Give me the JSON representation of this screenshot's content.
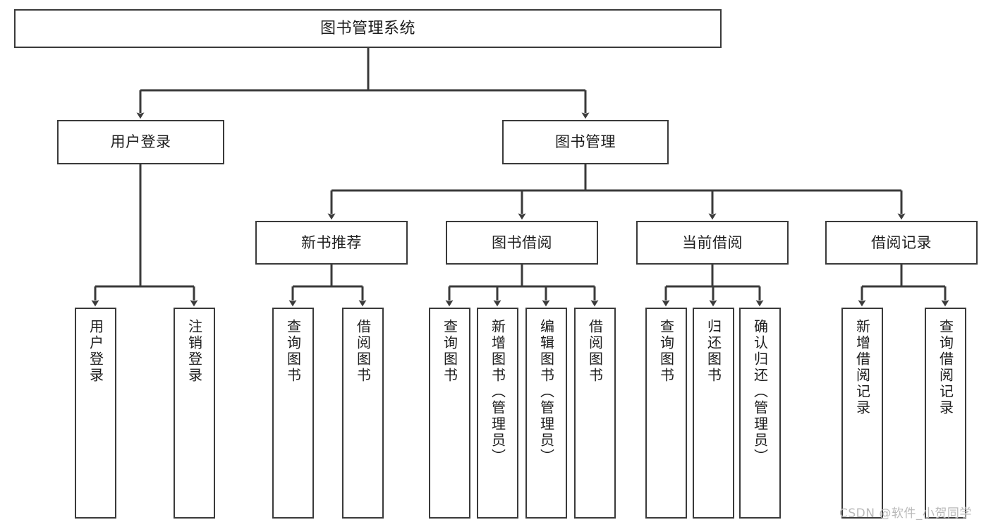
{
  "diagram": {
    "type": "tree",
    "title": "图书管理系统",
    "orientation": "top-down",
    "root": {
      "id": "root",
      "label": "图书管理系统"
    },
    "level1": [
      {
        "id": "user-login",
        "label": "用户登录"
      },
      {
        "id": "book-management",
        "label": "图书管理"
      }
    ],
    "level2": [
      {
        "id": "new-book-recommend",
        "label": "新书推荐",
        "parent": "book-management"
      },
      {
        "id": "book-borrow",
        "label": "图书借阅",
        "parent": "book-management"
      },
      {
        "id": "current-borrow",
        "label": "当前借阅",
        "parent": "book-management"
      },
      {
        "id": "borrow-record",
        "label": "借阅记录",
        "parent": "book-management"
      }
    ],
    "leaves": [
      {
        "id": "leaf-user-login",
        "label": "用户登录",
        "parent": "user-login"
      },
      {
        "id": "leaf-user-logout",
        "label": "注销登录",
        "parent": "user-login"
      },
      {
        "id": "leaf-query-book-1",
        "label": "查询图书",
        "parent": "new-book-recommend"
      },
      {
        "id": "leaf-borrow-book-1",
        "label": "借阅图书",
        "parent": "new-book-recommend"
      },
      {
        "id": "leaf-query-book-2",
        "label": "查询图书",
        "parent": "book-borrow"
      },
      {
        "id": "leaf-add-book",
        "label": "新增图书（管理员）",
        "parent": "book-borrow"
      },
      {
        "id": "leaf-edit-book",
        "label": "编辑图书（管理员）",
        "parent": "book-borrow"
      },
      {
        "id": "leaf-borrow-book-2",
        "label": "借阅图书",
        "parent": "book-borrow"
      },
      {
        "id": "leaf-query-book-3",
        "label": "查询图书",
        "parent": "current-borrow"
      },
      {
        "id": "leaf-return-book",
        "label": "归还图书",
        "parent": "current-borrow"
      },
      {
        "id": "leaf-confirm-return",
        "label": "确认归还（管理员）",
        "parent": "current-borrow"
      },
      {
        "id": "leaf-add-record",
        "label": "新增借阅记录",
        "parent": "borrow-record"
      },
      {
        "id": "leaf-query-record",
        "label": "查询借阅记录",
        "parent": "borrow-record"
      }
    ],
    "watermark": "CSDN @软件_小贺同学",
    "colors": {
      "border": "#3a3a3a",
      "edge": "#3a3a3a",
      "background": "#ffffff",
      "text": "#1d1d1d",
      "watermark": "#b9b9b9"
    }
  }
}
